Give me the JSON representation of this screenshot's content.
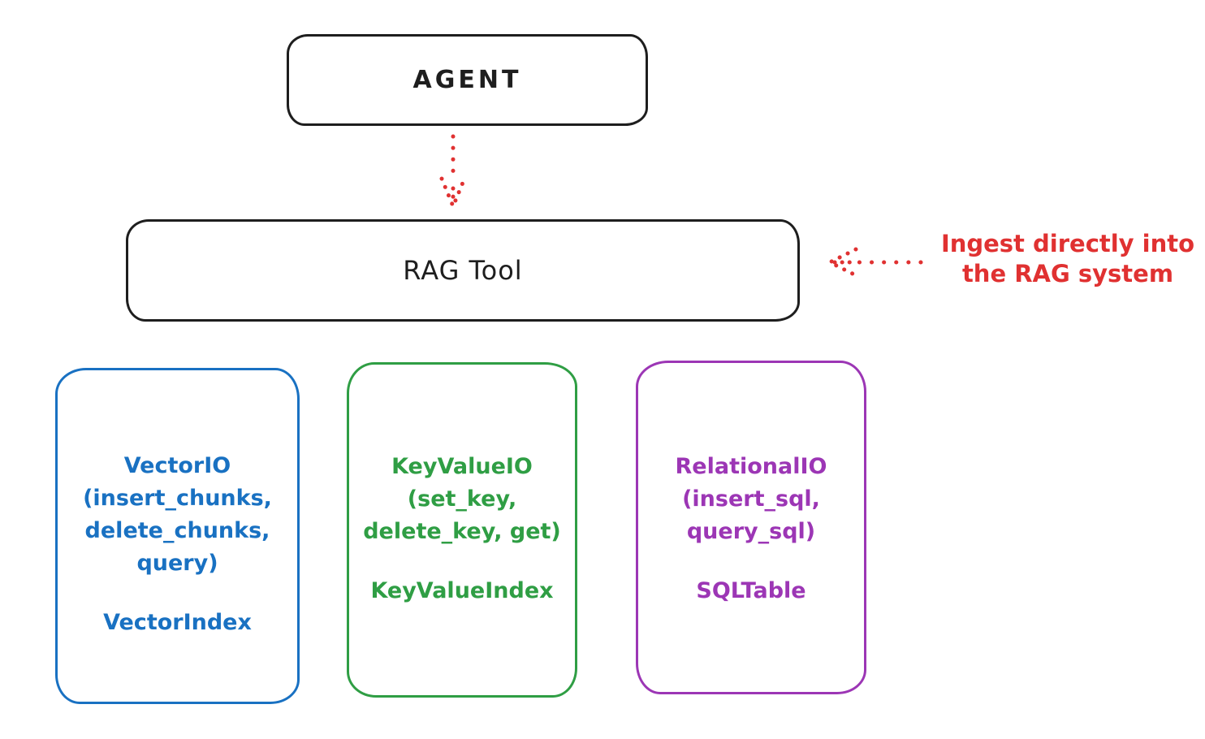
{
  "canvas": {
    "background": "#ffffff"
  },
  "colors": {
    "ink": "#1e1e1e",
    "red": "#e03131",
    "blue": "#1971c2",
    "green": "#2f9e44",
    "purple": "#9c36b5"
  },
  "nodes": {
    "agent": {
      "label": "AGENT"
    },
    "rag_tool": {
      "label": "RAG Tool"
    }
  },
  "arrows": [
    {
      "name": "agent-to-rag-tool",
      "style": "dotted",
      "direction": "down"
    },
    {
      "name": "ingest-into-rag-tool",
      "style": "dotted",
      "direction": "left"
    }
  ],
  "annotation": {
    "lines": [
      "Ingest directly into",
      "the RAG system"
    ]
  },
  "columns": [
    {
      "id": "vector-io",
      "color": "#1971c2",
      "lines": [
        "VectorIO",
        "(insert_chunks,",
        "delete_chunks,",
        "query)"
      ],
      "index_label": "VectorIndex"
    },
    {
      "id": "key-value-io",
      "color": "#2f9e44",
      "lines": [
        "KeyValueIO",
        "(set_key,",
        "delete_key, get)"
      ],
      "index_label": "KeyValueIndex"
    },
    {
      "id": "relational-io",
      "color": "#9c36b5",
      "lines": [
        "RelationalIO",
        "(insert_sql,",
        "query_sql)"
      ],
      "index_label": "SQLTable"
    }
  ]
}
